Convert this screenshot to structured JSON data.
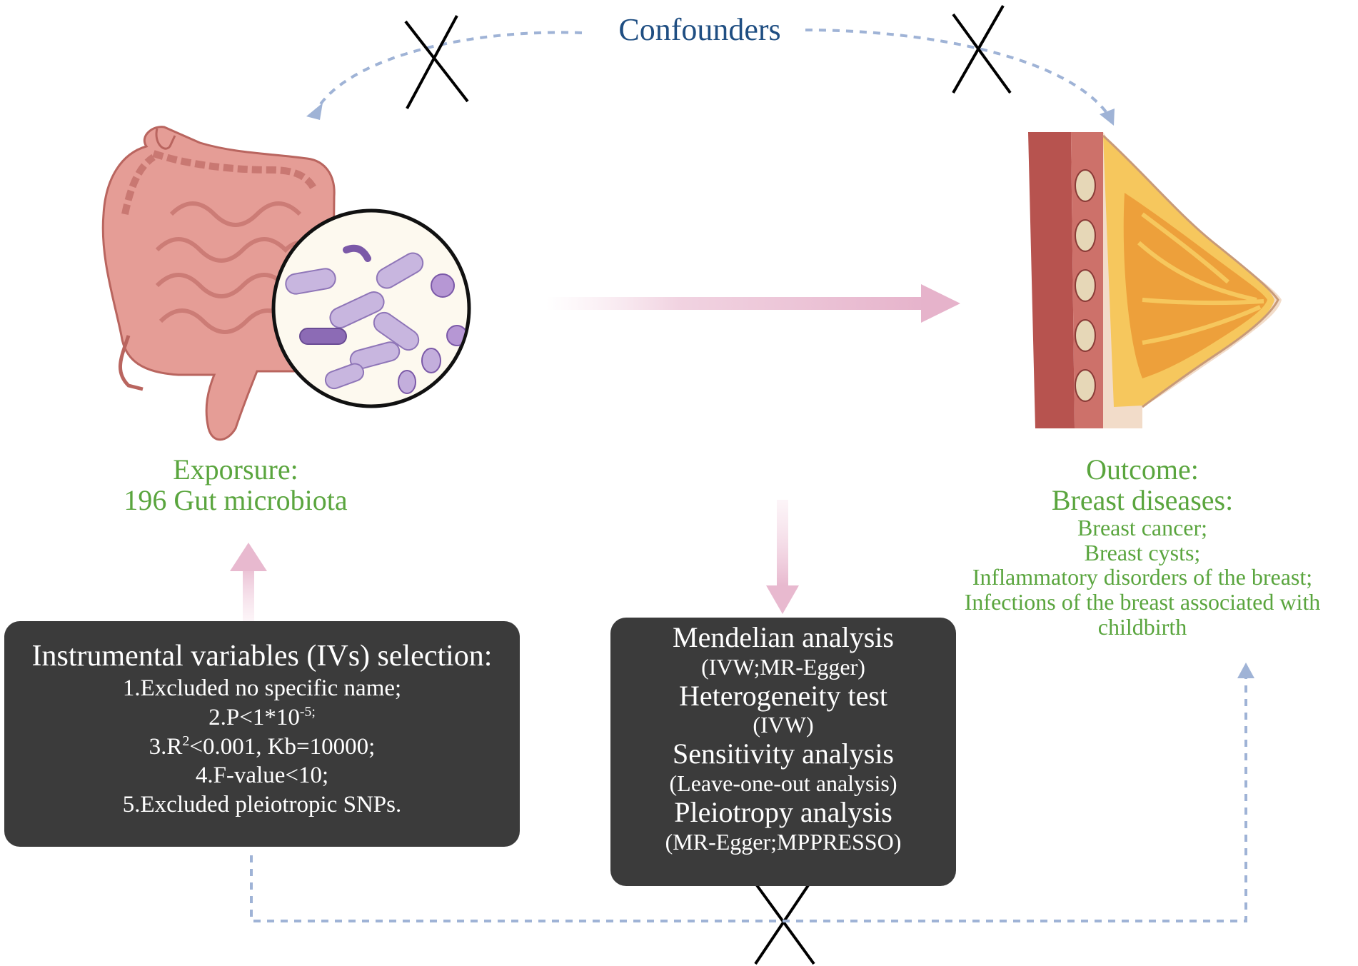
{
  "confounders": "Confounders",
  "exposure": {
    "line1": "Exporsure:",
    "line2": "196 Gut microbiota"
  },
  "outcome": {
    "line1": "Outcome:",
    "line2": "Breast diseases:",
    "items": [
      "Breast cancer;",
      "Breast cysts;",
      "Inflammatory disorders of the breast;",
      "Infections of the breast associated with",
      "childbirth"
    ]
  },
  "iv_selection": {
    "title": "Instrumental variables (IVs) selection:",
    "c1": "1.Excluded no specific name;",
    "c2_base": "2.P<1*10",
    "c2_sup": "-5;",
    "c3_pre": "3.R",
    "c3_sup": "2",
    "c3_post": "<0.001, Kb=10000;",
    "c4": "4.F-value<10;",
    "c5": "5.Excluded pleiotropic SNPs."
  },
  "mr_methods": {
    "m1": "Mendelian analysis",
    "s1": "(IVW;MR-Egger)",
    "m2": "Heterogeneity test",
    "s2": "(IVW)",
    "m3": "Sensitivity analysis",
    "s3": "(Leave-one-out analysis)",
    "m4": "Pleiotropy analysis",
    "s4": "(MR-Egger;MPPRESSO)"
  },
  "colors": {
    "label_green": "#5aa53e",
    "confounder_blue": "#1f4e82",
    "box_dark": "#3b3b3b",
    "dashed_blue": "#9fb3d6",
    "arrow_pink": "#e6b6cc"
  }
}
